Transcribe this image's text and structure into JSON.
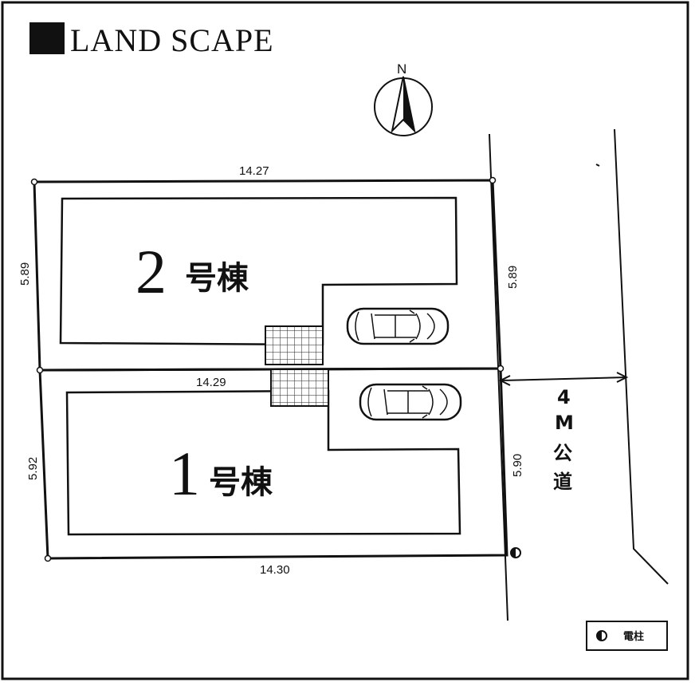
{
  "title": "LAND SCAPE",
  "compass": {
    "label": "N"
  },
  "lots": {
    "lot2": {
      "number": "2",
      "suffix": "号棟",
      "top": "14.27",
      "left": "5.89",
      "right": "5.89"
    },
    "lot1": {
      "number": "1",
      "suffix": "号棟",
      "top": "14.29",
      "left": "5.92",
      "right": "5.90",
      "bottom": "14.30"
    }
  },
  "road": {
    "width": "4",
    "unit": "M",
    "chars": [
      "公",
      "道"
    ]
  },
  "legend": {
    "pole_label": "電柱"
  }
}
